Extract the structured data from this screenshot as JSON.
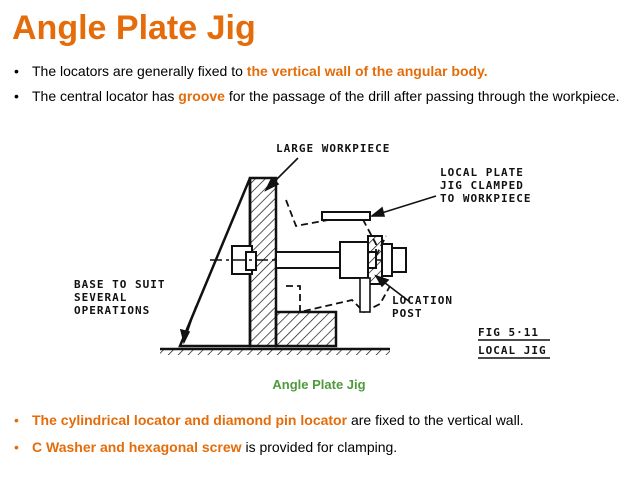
{
  "title": "Angle Plate Jig",
  "bullets_top": [
    {
      "prefix": "The locators are generally fixed to ",
      "highlight": "the vertical wall of the angular body.",
      "suffix": ""
    },
    {
      "prefix": "The central locator has ",
      "highlight": "groove",
      "suffix": " for the passage of the drill after passing through the workpiece."
    }
  ],
  "figure": {
    "labels": {
      "large_workpiece": "LARGE WORKPIECE",
      "local_plate_1": "LOCAL PLATE",
      "local_plate_2": "JIG CLAMPED",
      "local_plate_3": "TO WORKPIECE",
      "base_1": "BASE TO SUIT",
      "base_2": "SEVERAL",
      "base_3": "OPERATIONS",
      "location_1": "LOCATION",
      "location_2": "POST",
      "fig_1": "FIG 5·11",
      "fig_2": "LOCAL JIG"
    }
  },
  "caption": "Angle Plate Jig",
  "bullets_bottom": [
    {
      "highlight": "The cylindrical locator and diamond pin locator",
      "suffix": " are fixed to the vertical wall."
    },
    {
      "highlight": "C Washer and hexagonal screw",
      "suffix": " is provided for clamping."
    }
  ],
  "colors": {
    "accent": "#e46c0a",
    "caption": "#4e9a3b"
  }
}
